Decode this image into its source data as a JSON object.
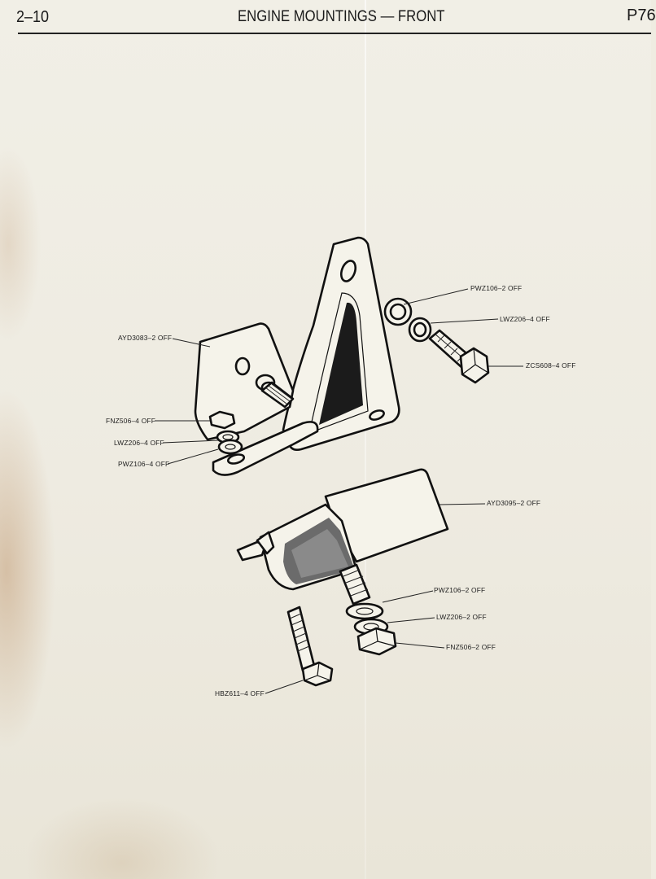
{
  "header": {
    "page_number": "2–10",
    "title": "ENGINE MOUNTINGS — FRONT",
    "plate": "P76"
  },
  "callouts": {
    "ayd3083": "AYD3083–2 OFF",
    "pwz106_top": "PWZ106–2 OFF",
    "lwz206_top": "LWZ206–4 OFF",
    "zcs608": "ZCS608–4 OFF",
    "fnz506_left": "FNZ506–4 OFF",
    "lwz206_left": "LWZ206–4 OFF",
    "pwz106_left": "PWZ106–4 OFF",
    "ayd3095": "AYD3095–2 OFF",
    "pwz106_bottom": "PWZ106–2 OFF",
    "lwz206_bottom": "LWZ206–2 OFF",
    "fnz506_bottom": "FNZ506–2 OFF",
    "hbz611": "HBZ611–4 OFF"
  }
}
